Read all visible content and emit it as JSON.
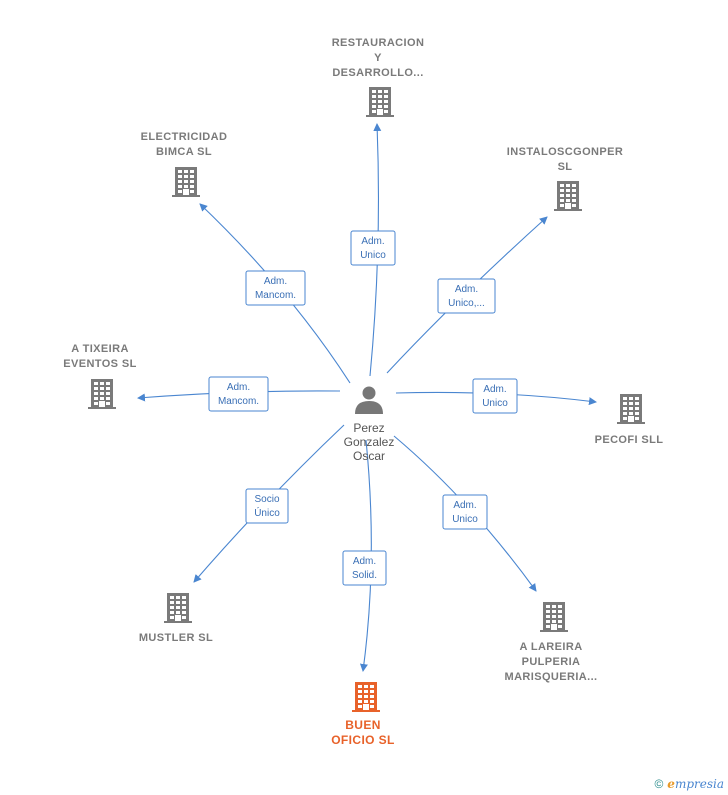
{
  "center": {
    "label": [
      "Perez",
      "Gonzalez",
      "Oscar"
    ],
    "icon": "person-icon"
  },
  "companies": [
    {
      "id": "restauracion",
      "label": [
        "RESTAURACION",
        "Y",
        "DESARROLLO..."
      ],
      "highlight": false,
      "icon": "building-icon"
    },
    {
      "id": "electricidad",
      "label": [
        "ELECTRICIDAD",
        "BIMCA  SL"
      ],
      "highlight": false,
      "icon": "building-icon"
    },
    {
      "id": "instaloscgonper",
      "label": [
        "INSTALOSCGONPER",
        "SL"
      ],
      "highlight": false,
      "icon": "building-icon"
    },
    {
      "id": "tixeira",
      "label": [
        "A TIXEIRA",
        "EVENTOS  SL"
      ],
      "highlight": false,
      "icon": "building-icon"
    },
    {
      "id": "pecofi",
      "label": [
        "PECOFI SLL"
      ],
      "highlight": false,
      "icon": "building-icon"
    },
    {
      "id": "mustler",
      "label": [
        "MUSTLER SL"
      ],
      "highlight": false,
      "icon": "building-icon"
    },
    {
      "id": "buen-oficio",
      "label": [
        "BUEN",
        "OFICIO  SL"
      ],
      "highlight": true,
      "icon": "building-icon"
    },
    {
      "id": "lareira",
      "label": [
        "A LAREIRA",
        "PULPERIA",
        "MARISQUERIA..."
      ],
      "highlight": false,
      "icon": "building-icon"
    }
  ],
  "relations": [
    {
      "target": "restauracion",
      "label": [
        "Adm.",
        "Unico"
      ]
    },
    {
      "target": "electricidad",
      "label": [
        "Adm.",
        "Mancom."
      ]
    },
    {
      "target": "instaloscgonper",
      "label": [
        "Adm.",
        "Unico,..."
      ]
    },
    {
      "target": "tixeira",
      "label": [
        "Adm.",
        "Mancom."
      ]
    },
    {
      "target": "pecofi",
      "label": [
        "Adm.",
        "Unico"
      ]
    },
    {
      "target": "mustler",
      "label": [
        "Socio",
        "Único"
      ]
    },
    {
      "target": "buen-oficio",
      "label": [
        "Adm.",
        "Solid."
      ]
    },
    {
      "target": "lareira",
      "label": [
        "Adm.",
        "Unico"
      ]
    }
  ],
  "colors": {
    "edge": "#4a86d0",
    "building": "#7a7a7a",
    "highlight": "#e8622a",
    "person": "#777777"
  },
  "footer": {
    "copyright": "©",
    "brand_first": "e",
    "brand_rest": "mpresia"
  }
}
